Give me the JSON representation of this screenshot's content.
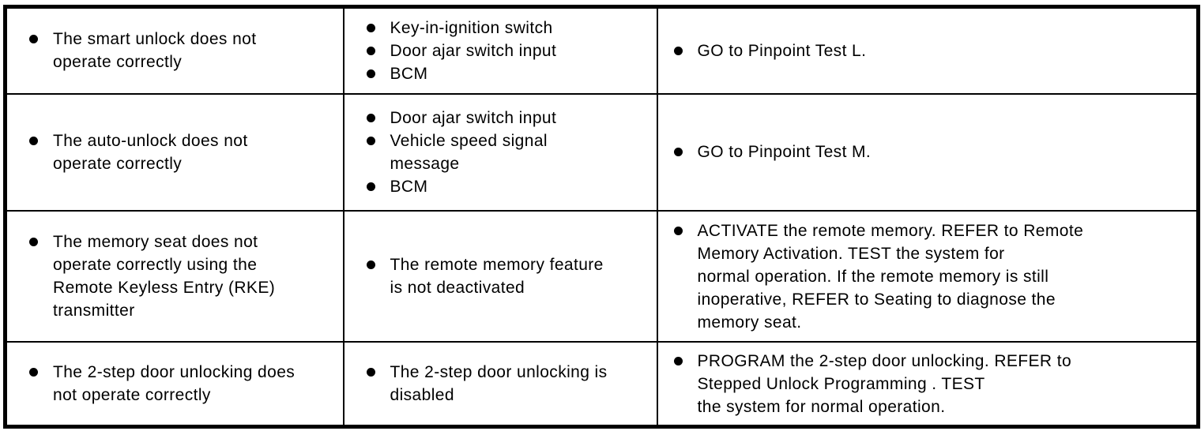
{
  "document": {
    "type": "symptom-chart-table",
    "colors": {
      "background": "#ffffff",
      "border": "#000000",
      "text": "#000000"
    }
  },
  "rows": [
    {
      "symptoms": [
        "The smart unlock does not\noperate correctly"
      ],
      "sources": [
        "Key-in-ignition switch",
        "Door ajar switch input",
        "BCM"
      ],
      "actions": [
        "GO to Pinpoint Test L."
      ]
    },
    {
      "symptoms": [
        "The auto-unlock does not\noperate correctly"
      ],
      "sources": [
        "Door ajar switch input",
        "Vehicle speed signal\nmessage",
        "BCM"
      ],
      "actions": [
        "GO to Pinpoint Test M."
      ]
    },
    {
      "symptoms": [
        "The memory seat does not\noperate correctly using the\nRemote Keyless Entry (RKE)\ntransmitter"
      ],
      "sources": [
        "The remote memory feature\nis not deactivated"
      ],
      "actions": [
        "ACTIVATE the remote memory. REFER to Remote\nMemory Activation. TEST the system for\nnormal operation. If the remote memory is still\ninoperative, REFER to Seating to diagnose the\nmemory seat."
      ]
    },
    {
      "symptoms": [
        "The 2-step door unlocking does\nnot operate correctly"
      ],
      "sources": [
        "The 2-step door unlocking is\ndisabled"
      ],
      "actions": [
        "PROGRAM the 2-step door unlocking. REFER to\nStepped Unlock Programming . TEST\nthe system for normal operation."
      ]
    }
  ]
}
